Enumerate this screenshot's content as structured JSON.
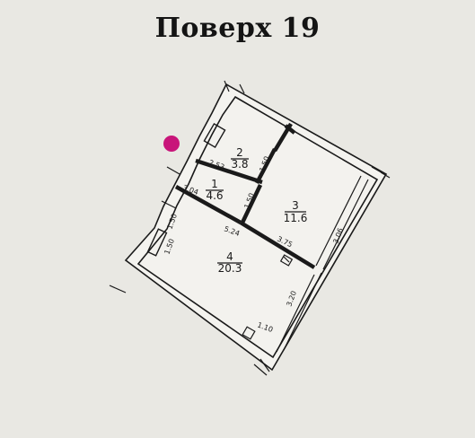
{
  "title": "Поверх  19",
  "rooms": [
    {
      "number": "2",
      "area": "3.8"
    },
    {
      "number": "1",
      "area": "4.6"
    },
    {
      "number": "3",
      "area": "11.6"
    },
    {
      "number": "4",
      "area": "20.3"
    }
  ],
  "dimensions": [
    "2.53",
    "1.50",
    "3.04",
    "1.50",
    "5.24",
    "3.75",
    "3.06",
    "1.50",
    "3.20",
    "1.10",
    "1.50"
  ],
  "marker_color": "#c8157a"
}
